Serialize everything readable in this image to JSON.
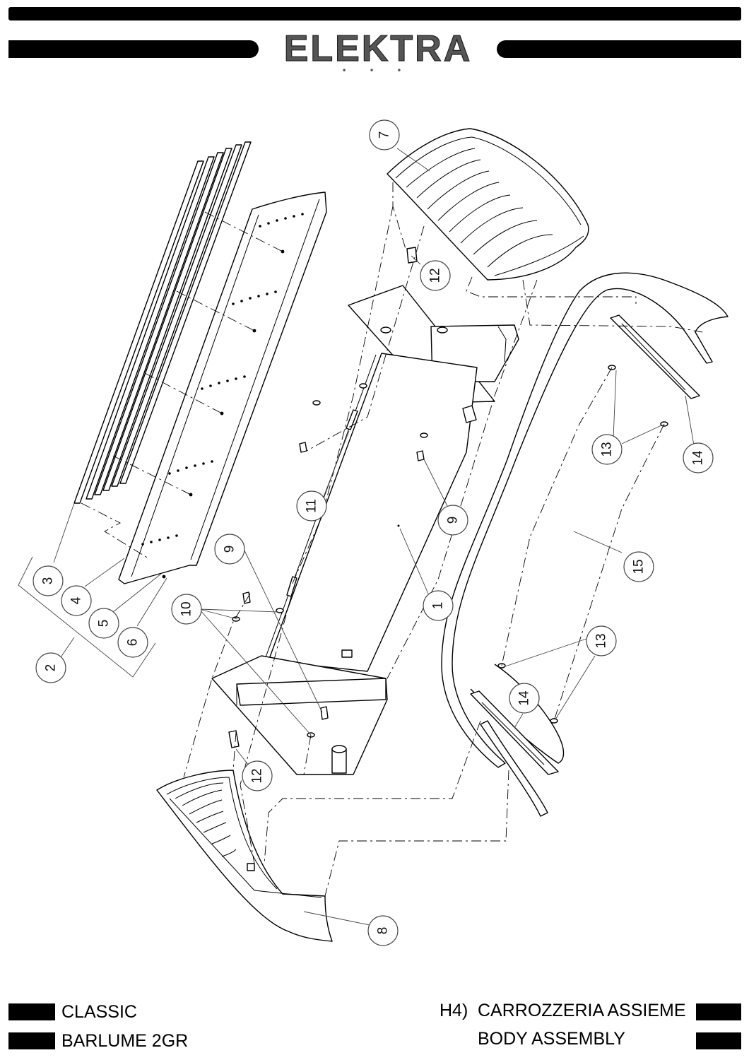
{
  "brand": {
    "name": "ELEKTRA",
    "dots": "• • •"
  },
  "footer": {
    "left_line1": "CLASSIC",
    "left_line2": "BARLUME 2GR",
    "code": "H4)",
    "title_it": "CARROZZERIA ASSIEME",
    "title_en": "BODY ASSEMBLY"
  },
  "callouts": [
    "1",
    "2",
    "3",
    "4",
    "5",
    "6",
    "7",
    "8",
    "9",
    "9",
    "10",
    "11",
    "12",
    "12",
    "13",
    "13",
    "14",
    "14",
    "15"
  ],
  "colors": {
    "ink": "#000000",
    "paper": "#ffffff",
    "callout_stroke": "#444444"
  }
}
